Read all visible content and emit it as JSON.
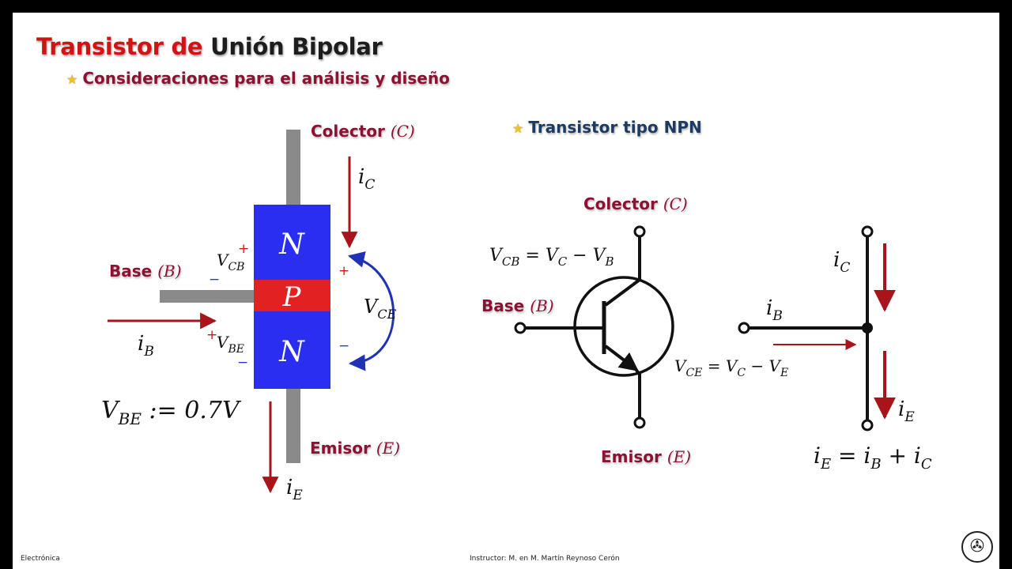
{
  "slide": {
    "title_part1": "Transistor de",
    "title_part2": "Unión Bipolar",
    "bullet1": "Consideraciones para el análisis y diseño",
    "bullet2": "Transistor tipo NPN",
    "bullet_icon": "star-icon"
  },
  "left_diagram": {
    "collector_label": "Colector",
    "collector_symbol": "(C)",
    "base_label": "Base",
    "base_symbol": "(B)",
    "emitter_label": "Emisor",
    "emitter_symbol": "(E)",
    "layers": [
      "N",
      "P",
      "N"
    ],
    "ic_main": "i",
    "ic_sub": "C",
    "ib_main": "i",
    "ib_sub": "B",
    "ie_main": "i",
    "ie_sub": "E",
    "vcb_main": "V",
    "vcb_sub": "CB",
    "vbe_main": "V",
    "vbe_sub": "BE",
    "vce_main": "V",
    "vce_sub": "CE",
    "plus": "+",
    "minus": "−",
    "vbe_eq_main": "V",
    "vbe_eq_sub": "BE",
    "vbe_eq_rest": " := 0.7V"
  },
  "right_diagram": {
    "collector_label": "Colector",
    "collector_symbol": "(C)",
    "base_label": "Base",
    "base_symbol": "(B)",
    "emitter_label": "Emisor",
    "emitter_symbol": "(E)",
    "vcb_eq": {
      "v1": "V",
      "s1": "CB",
      "eq": " = ",
      "v2": "V",
      "s2": "C",
      "op": " − ",
      "v3": "V",
      "s3": "B"
    },
    "vce_eq": {
      "v1": "V",
      "s1": "CE",
      "eq": " = ",
      "v2": "V",
      "s2": "C",
      "op": " − ",
      "v3": "V",
      "s3": "E"
    },
    "ic_main": "i",
    "ic_sub": "C",
    "ib_main": "i",
    "ib_sub": "B",
    "ie_main": "i",
    "ie_sub": "E",
    "ie_eq": {
      "v1": "i",
      "s1": "E",
      "eq": " = ",
      "v2": "i",
      "s2": "B",
      "op": " + ",
      "v3": "i",
      "s3": "C"
    }
  },
  "footer": {
    "course": "Electrónica",
    "instructor": "Instructor: M. en M. Martín Reynoso Cerón",
    "logo_icon": "tri-blade-logo-icon"
  },
  "colors": {
    "accent_red": "#d11313",
    "label_maroon": "#8b1232",
    "heading_blue": "#1c3b63",
    "arrow_red": "#a8141a",
    "arrow_blue": "#1f32b6",
    "layer_blue": "#2a2ef0",
    "layer_red": "#e22222",
    "lead_gray": "#8a8a8a"
  }
}
